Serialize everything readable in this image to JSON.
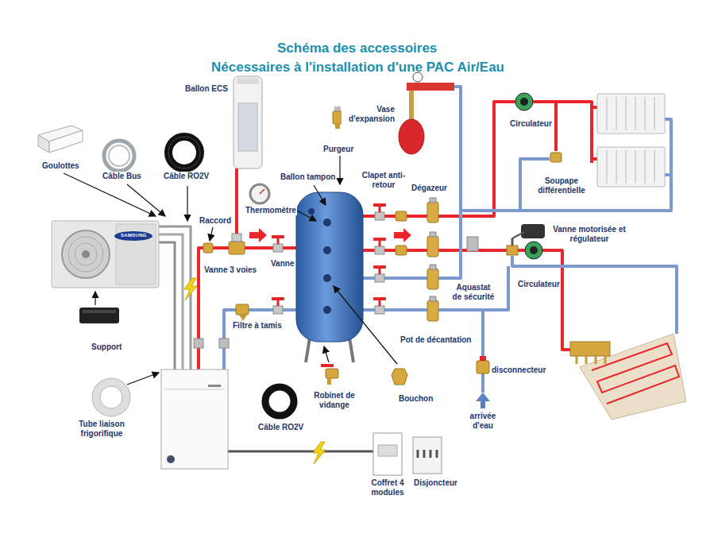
{
  "diagram": {
    "title": "Schéma des accessoires",
    "labels": [
      "Nécessaires à l'installation d'une PAC Air/Eau",
      "Ballon ECS",
      "Vase d'expansion",
      "Circulateur",
      "Purgeur",
      "Goulottes",
      "Câble Bus",
      "Câble RO2V",
      "Ballon tampon",
      "Clapet anti-retour",
      "Dégazeur",
      "Soupape différentielle",
      "Thermomètre",
      "Raccord",
      "Vanne motorisée et régulateur",
      "SAMSUNG",
      "Vanne",
      "Vanne 3 voies",
      "Aquastat de sécurité",
      "Circulateur",
      "Filtre à tamis",
      "Support",
      "Pot de décantation",
      "disconnecteur",
      "Tube liaison frigorifique",
      "Robinet de vidange",
      "Bouchon",
      "arrivée d'eau",
      "Câble RO2V",
      "Coffret 4 modules",
      "Disjoncteur"
    ]
  }
}
